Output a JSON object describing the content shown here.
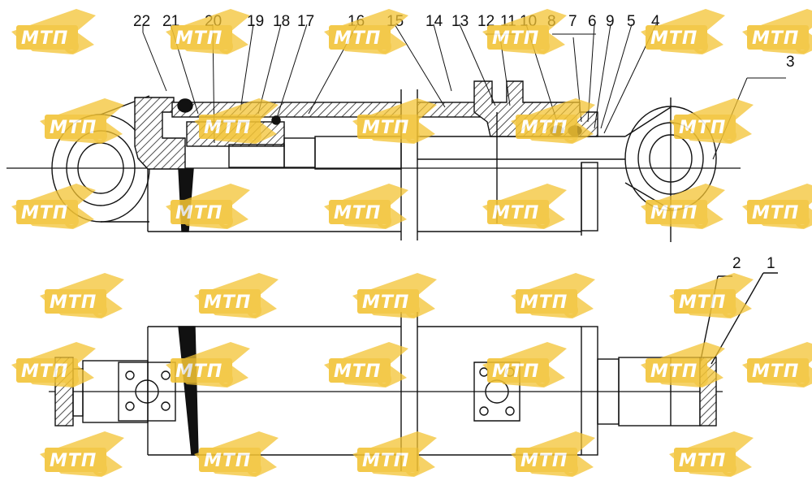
{
  "diagram": {
    "callouts_top": [
      "22",
      "21",
      "20",
      "19",
      "18",
      "17",
      "16",
      "15",
      "14",
      "13",
      "12",
      "11",
      "10",
      "8",
      "7",
      "6",
      "9",
      "5",
      "4"
    ],
    "callout_rod_eye": "3",
    "callouts_bottom": [
      "2",
      "1"
    ]
  },
  "watermark": {
    "text": "МТП",
    "color": "#f2c233"
  }
}
